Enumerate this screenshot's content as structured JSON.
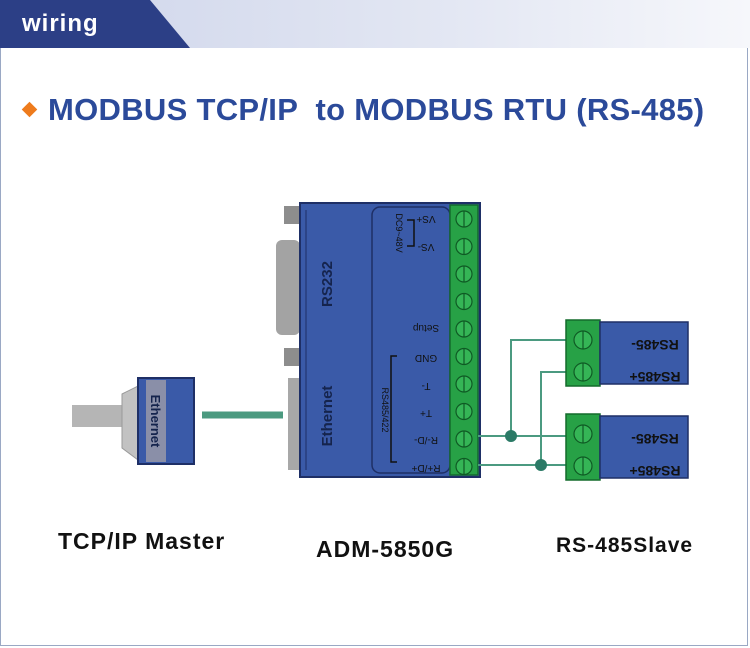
{
  "header": {
    "title": "wiring"
  },
  "title": "MODBUS TCP/IP  to MODBUS RTU (RS-485)",
  "master": {
    "port_label": "Ethernet",
    "caption": "TCP/IP Master"
  },
  "device": {
    "rs232_label": "RS232",
    "ethernet_label": "Ethernet",
    "power_label": "DC9~48V",
    "terminals": [
      "VS+",
      "VS-",
      "Setup",
      "GND",
      "T-",
      "T+",
      "R-/D-",
      "R+/D+"
    ],
    "bus_label": "RS485/422",
    "caption": "ADM-5850G"
  },
  "slaves": [
    {
      "minus_label": "RS485-",
      "plus_label": "RS485+"
    },
    {
      "minus_label": "RS485-",
      "plus_label": "RS485+"
    }
  ],
  "slave_caption": "RS-485Slave",
  "colors": {
    "blue": "#3a5aa8",
    "green": "#27a146",
    "wire": "#4b9a80",
    "orange": "#ee7b1c"
  }
}
